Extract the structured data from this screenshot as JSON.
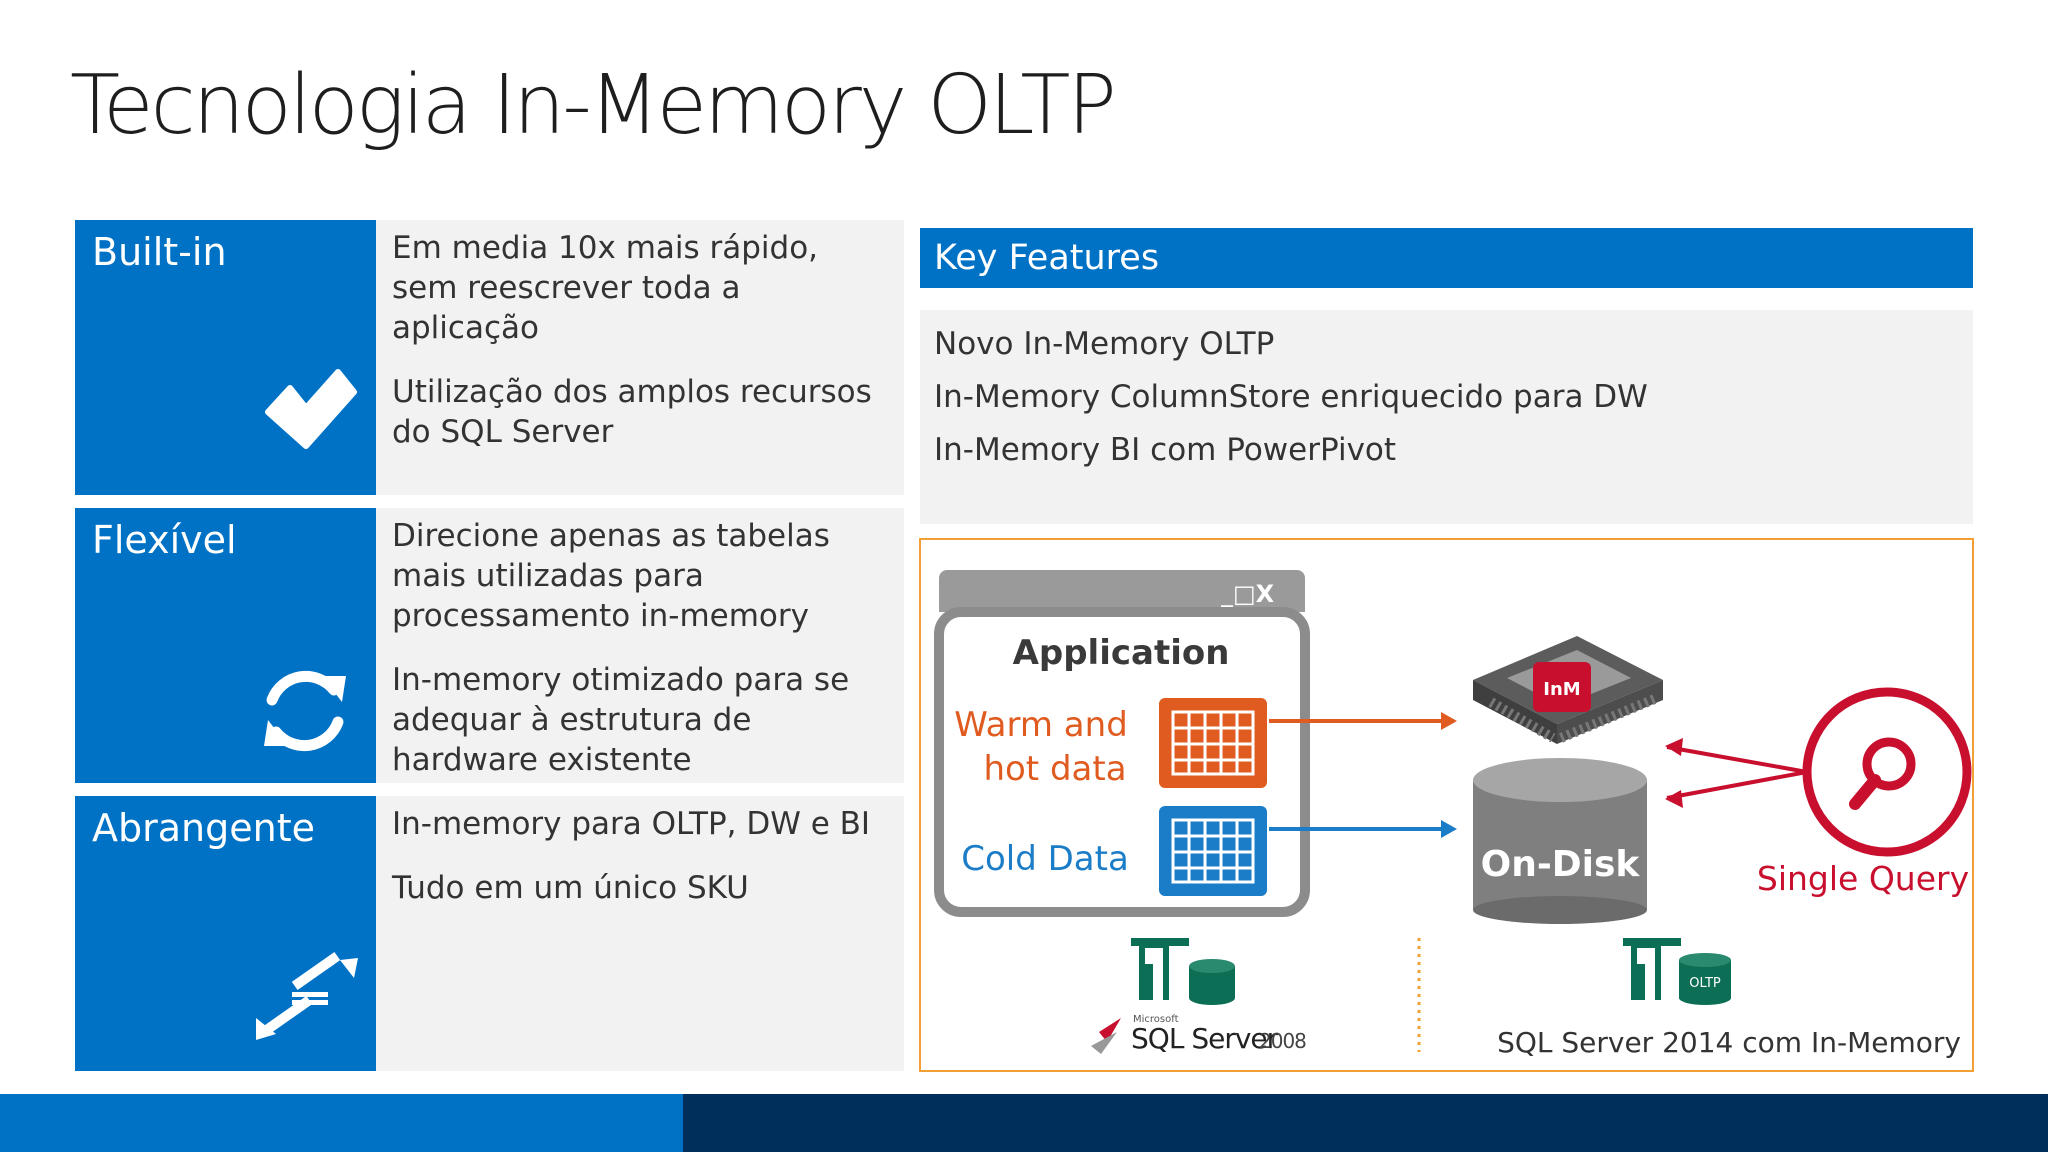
{
  "title": "Tecnologia In-Memory OLTP",
  "rows": [
    {
      "label": "Built-in",
      "icon": "checkmark-icon",
      "items": [
        "Em media 10x mais rápido, sem reescrever toda a aplicação",
        "Utilização dos amplos recursos do SQL Server"
      ]
    },
    {
      "label": "Flexível",
      "icon": "refresh-icon",
      "items": [
        "Direcione apenas as tabelas mais utilizadas para processamento in-memory",
        "In-memory otimizado para se adequar à estrutura de hardware existente"
      ]
    },
    {
      "label": "Abrangente",
      "icon": "arrows-expand-icon",
      "items": [
        "In-memory para OLTP, DW e BI",
        "Tudo em um único SKU"
      ]
    }
  ],
  "key_features": {
    "header": "Key Features",
    "items": [
      "Novo In-Memory OLTP",
      "In-Memory ColumnStore enriquecido para DW",
      "In-Memory BI com PowerPivot"
    ]
  },
  "diagram": {
    "window_controls": "_□X",
    "application_label": "Application",
    "warm_line1": "Warm and",
    "warm_line2": "hot data",
    "cold_label": "Cold Data",
    "chip_label": "InM",
    "disk_label": "On-Disk",
    "single_query_label": "Single Query",
    "oltp_badge": "OLTP",
    "sql2008_microsoft": "Microsoft",
    "sql2008_name": "SQL Server",
    "sql2008_version": "2008",
    "sql2014_caption": "SQL Server 2014 com In-Memory"
  },
  "colors": {
    "tile_blue": "#0072c6",
    "dark_navy": "#002f5c",
    "panel_gray": "#f2f2f2",
    "warm_orange": "#e05b20",
    "cold_blue": "#1b7dc7",
    "query_red": "#c8102e",
    "sql_green": "#0d6e56",
    "diagram_border": "#f2a033"
  }
}
